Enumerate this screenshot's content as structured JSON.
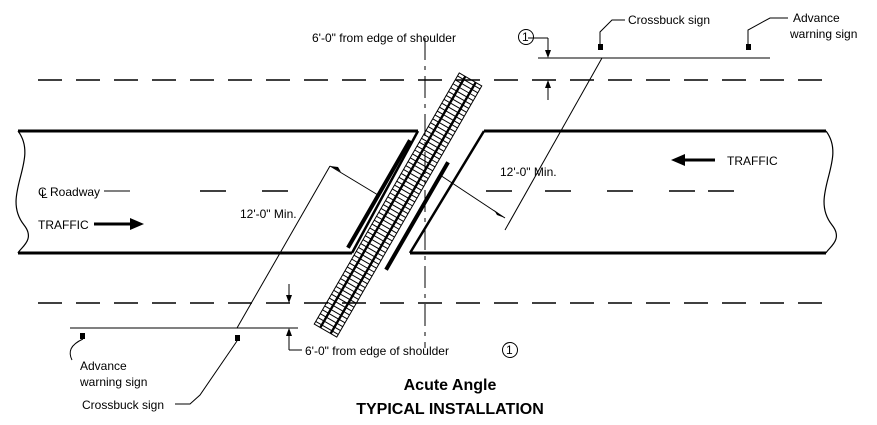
{
  "labels": {
    "shoulder_top": "6'-0\" from edge of shoulder",
    "note_top": "1",
    "crossbuck_top": "Crossbuck sign",
    "advance_top_1": "Advance",
    "advance_top_2": "warning sign",
    "traffic_left": "TRAFFIC",
    "traffic_right": "TRAFFIC",
    "cl_mark": "C",
    "cl_sub": "L",
    "roadway": "Roadway",
    "min_right": "12'-0\" Min.",
    "min_left": "12'-0\" Min.",
    "shoulder_bottom": "6'-0\" from edge of shoulder",
    "note_bottom": "1",
    "advance_bottom_1": "Advance",
    "advance_bottom_2": "warning sign",
    "crossbuck_bottom": "Crossbuck sign",
    "title_1": "Acute Angle",
    "title_2": "TYPICAL INSTALLATION"
  }
}
